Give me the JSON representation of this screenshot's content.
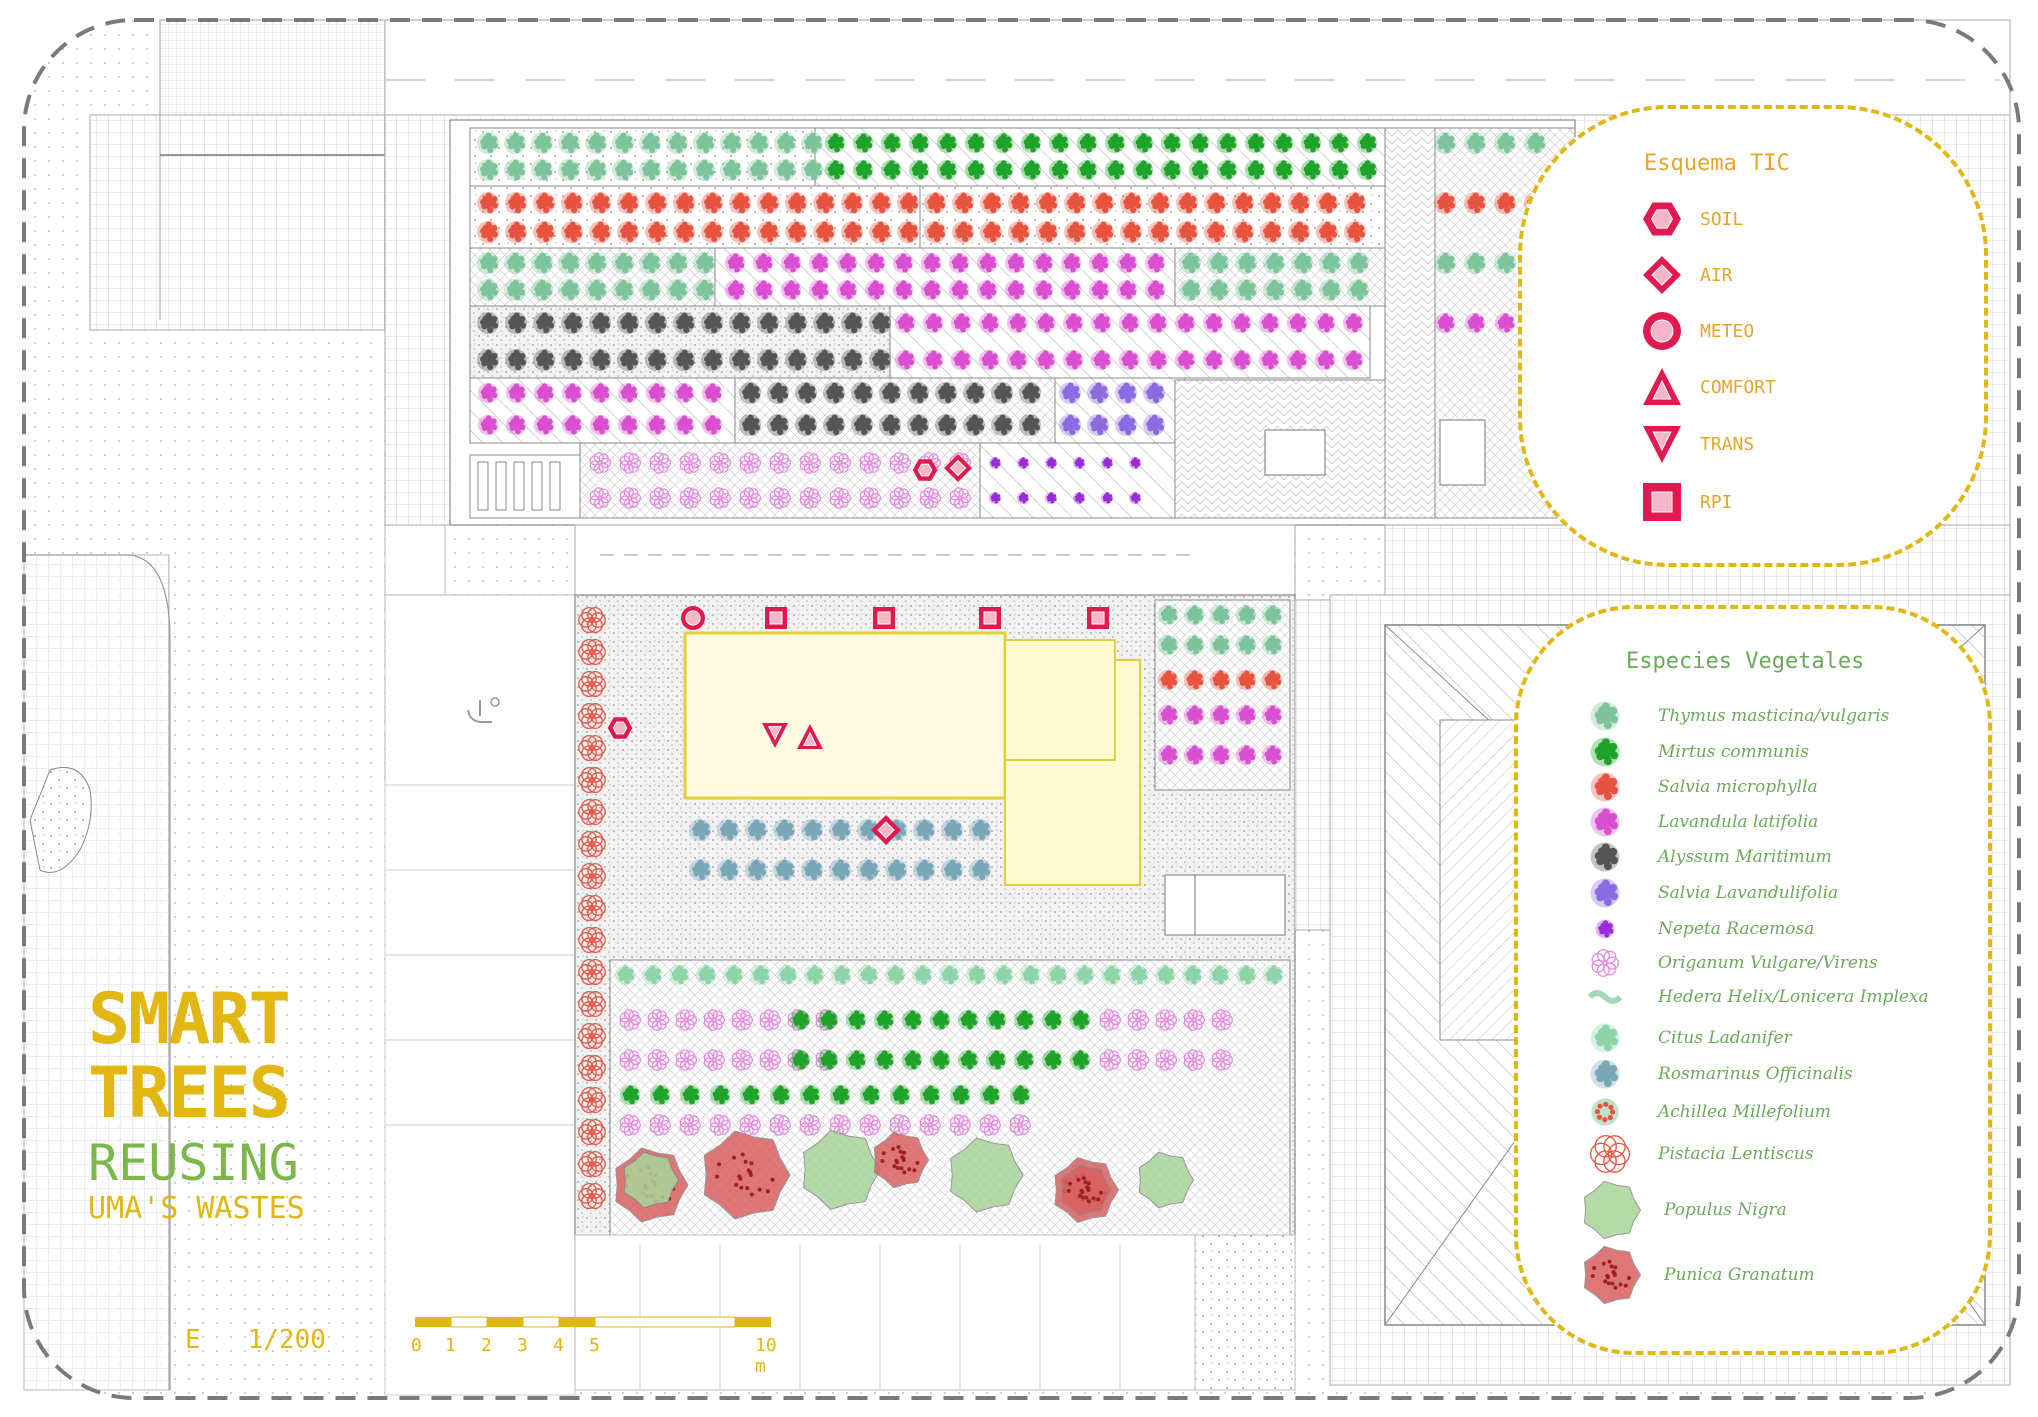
{
  "title": {
    "line1": "SMART",
    "line2": "TREES",
    "line3": "REUSING",
    "line4": "UMA'S WASTES",
    "scale": "E   1/200"
  },
  "scale_bar": {
    "labels": [
      "0",
      "1",
      "2",
      "3",
      "4",
      "5",
      "10 m"
    ]
  },
  "tic_legend": {
    "title": "Esquema TIC",
    "items": [
      {
        "label": "SOIL",
        "symbol": "hexagon"
      },
      {
        "label": "AIR",
        "symbol": "diamond"
      },
      {
        "label": "METEO",
        "symbol": "circle"
      },
      {
        "label": "COMFORT",
        "symbol": "triangle-up"
      },
      {
        "label": "TRANS",
        "symbol": "triangle-down"
      },
      {
        "label": "RPI",
        "symbol": "square"
      }
    ]
  },
  "species_legend": {
    "title": "Especies Vegetales",
    "items": [
      {
        "label": "Thymus masticina/vulgaris",
        "color": "#7ec49a",
        "kind": "shrub"
      },
      {
        "label": "Mirtus communis",
        "color": "#1fa32a",
        "kind": "shrub"
      },
      {
        "label": "Salvia microphylla",
        "color": "#e8533f",
        "kind": "shrub"
      },
      {
        "label": "Lavandula latifolia",
        "color": "#d94fd0",
        "kind": "shrub"
      },
      {
        "label": "Alyssum Maritimum",
        "color": "#555555",
        "kind": "shrub"
      },
      {
        "label": "Salvia Lavandulifolia",
        "color": "#8b6be0",
        "kind": "shrub"
      },
      {
        "label": "Nepeta Racemosa",
        "color": "#9a2bd8",
        "kind": "small"
      },
      {
        "label": "Origanum Vulgare/Virens",
        "color": "#e58be0",
        "kind": "ring"
      },
      {
        "label": "Hedera Helix/Lonicera Implexa",
        "color": "#7ec49a",
        "kind": "hedge"
      },
      {
        "label": "Citus Ladanifer",
        "color": "#8fd3a8",
        "kind": "shrub"
      },
      {
        "label": "Rosmarinus Officinalis",
        "color": "#79a7b8",
        "kind": "shrub"
      },
      {
        "label": "Achillea Millefolium",
        "color": "#e8533f",
        "kind": "dotted"
      },
      {
        "label": "Pistacia Lentiscus",
        "color": "#e8533f",
        "kind": "rings"
      },
      {
        "label": "Populus Nigra",
        "color": "#a8d49a",
        "kind": "tree"
      },
      {
        "label": "Punica Granatum",
        "color": "#d96060",
        "kind": "tree-red"
      }
    ]
  },
  "colors": {
    "accent_yellow": "#e2b711",
    "legend_text": "#e8a52b",
    "species_text": "#6aaa5a",
    "sensor_red": "#e01a4f",
    "border_gray": "#777777",
    "line_gray": "#999999"
  }
}
